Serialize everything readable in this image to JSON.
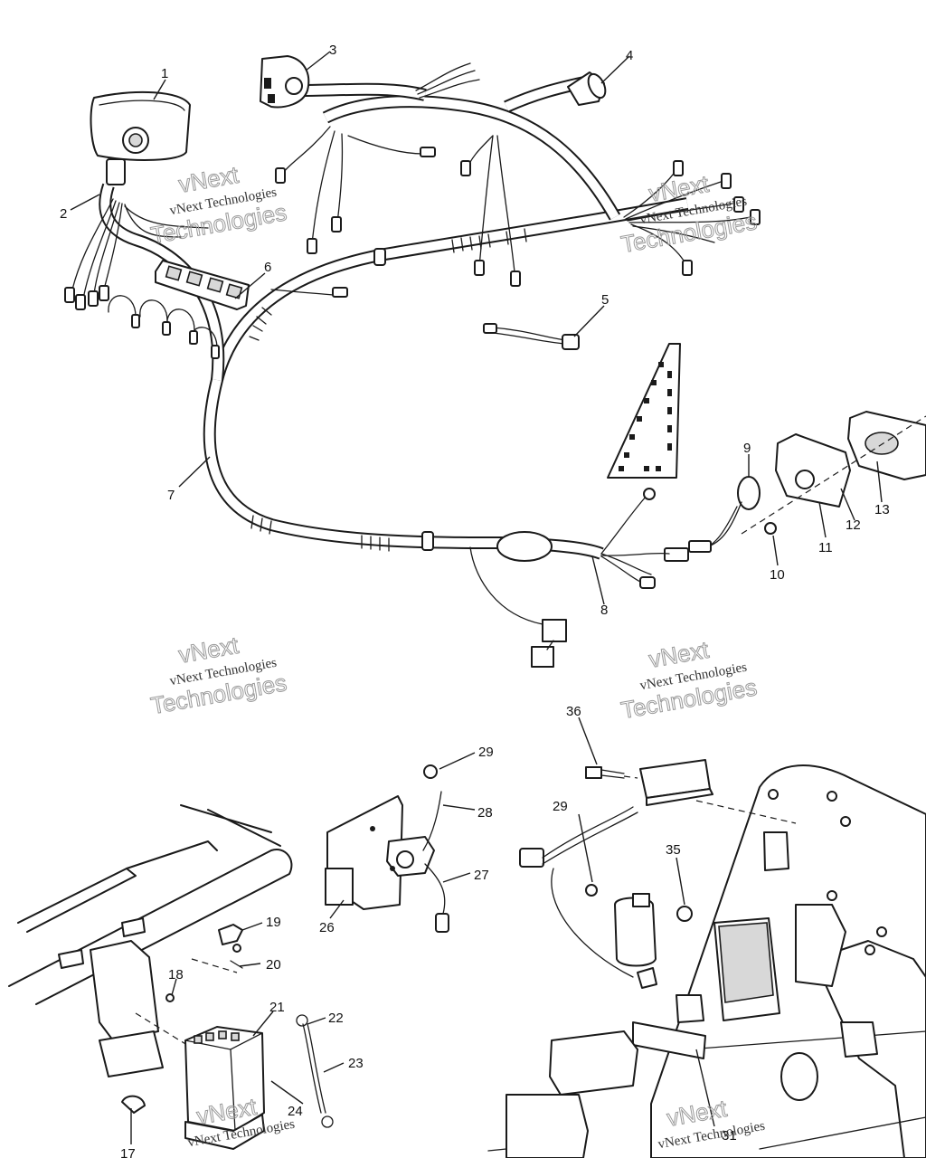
{
  "callouts": [
    "1",
    "2",
    "3",
    "4",
    "5",
    "6",
    "7",
    "8",
    "9",
    "10",
    "11",
    "12",
    "13",
    "17",
    "18",
    "19",
    "20",
    "21",
    "22",
    "23",
    "24",
    "26",
    "27",
    "28",
    "29",
    "29",
    "31",
    "35",
    "36"
  ],
  "watermark": {
    "line1": "vNext Technologies",
    "line2_a": "vNext",
    "line2_b": "Technologies"
  },
  "colors": {
    "ink": "#1a1a1a",
    "paper": "#ffffff",
    "watermark": "#9a9a9a"
  }
}
